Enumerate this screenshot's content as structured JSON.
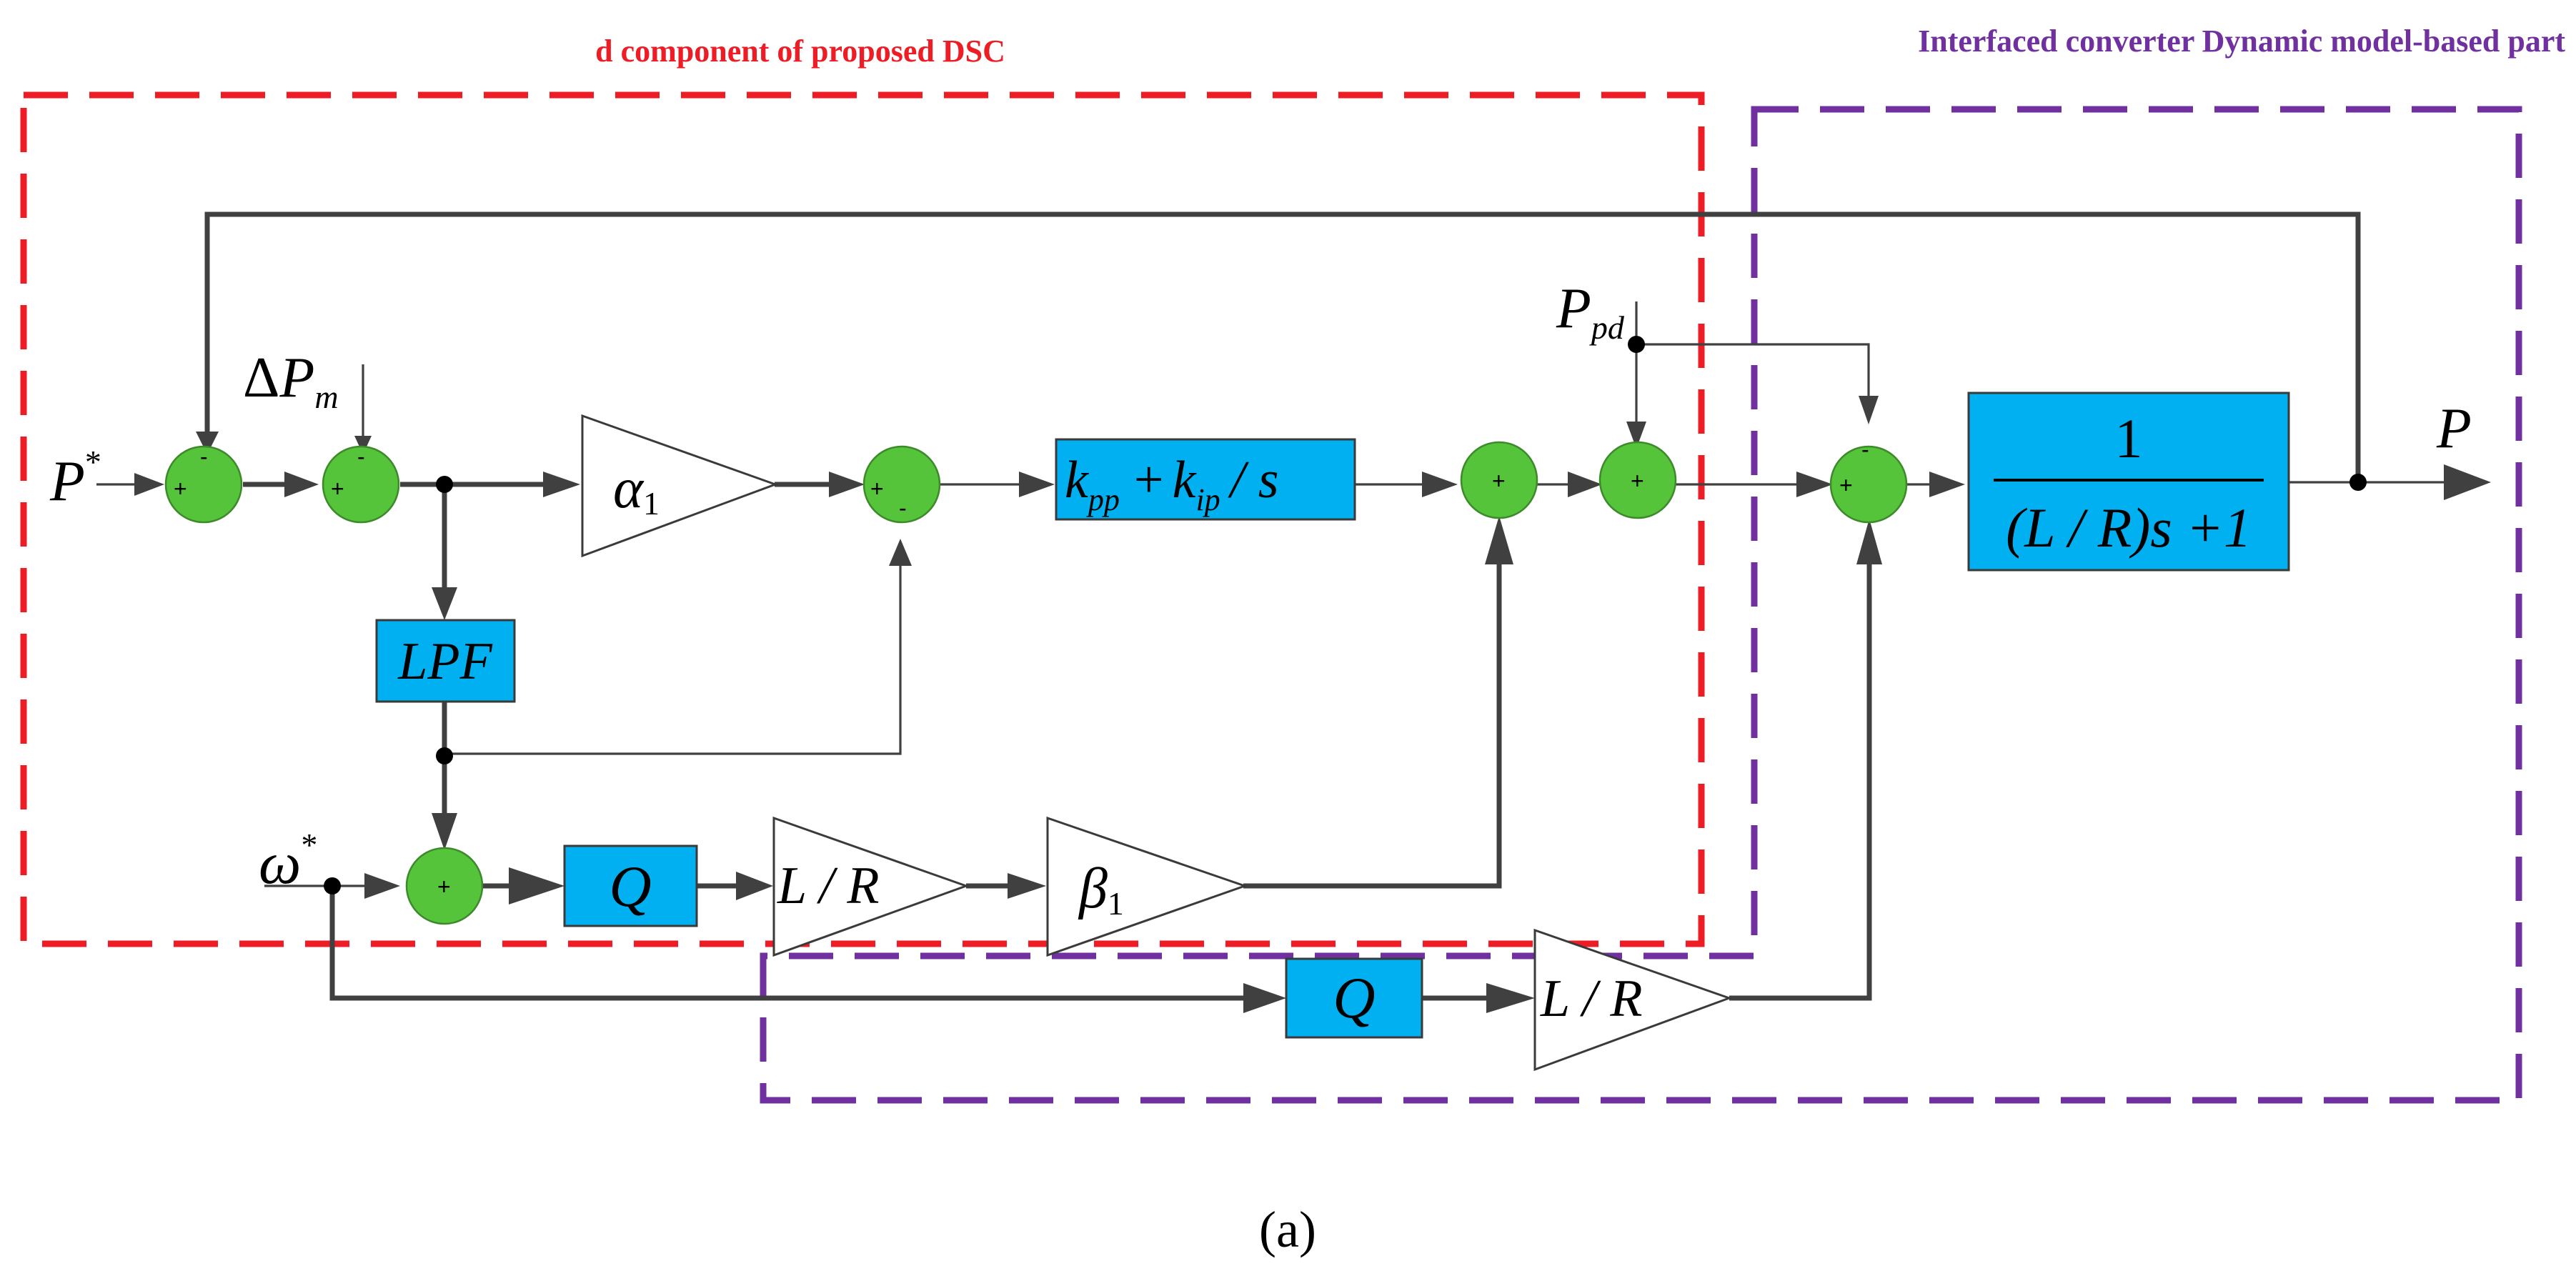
{
  "titles": {
    "left": "d component of proposed DSC",
    "right": "Interfaced converter Dynamic model-based part"
  },
  "colors": {
    "red_box": "#ee1c24",
    "purple_box": "#7030a0",
    "block_fill": "#00b0f0",
    "summer_fill": "#55c43a",
    "wire": "#404040"
  },
  "signals": {
    "p_ref": "P",
    "p_ref_sup": "*",
    "delta_pm_delta": "Δ",
    "delta_pm_base": "P",
    "delta_pm_sub": "m",
    "p_pd_base": "P",
    "p_pd_sub": "pd",
    "omega_ref": "ω",
    "omega_ref_sup": "*",
    "p_out": "P"
  },
  "blocks": {
    "alpha_base": "α",
    "alpha_sub": "1",
    "beta_base": "β",
    "beta_sub": "1",
    "pi_k1": "k",
    "pi_k1_sub": "pp",
    "pi_plus": "+",
    "pi_k2": "k",
    "pi_k2_sub": "ip",
    "pi_rest": "/ s",
    "lpf": "LPF",
    "q_upper": "Q",
    "q_lower": "Q",
    "gain_upper": "L / R",
    "gain_lower": "L / R",
    "tf_num": "1",
    "tf_den": "(L / R)s +1"
  },
  "summer_signs": {
    "s1_in": "+",
    "s1_fb": "-",
    "s2_in": "+",
    "s2_fb": "-",
    "s3_in": "+",
    "s3_fb": "-",
    "s4": "+",
    "s5": "+",
    "s6_in": "+",
    "s6_fb": "-",
    "s7": "+"
  },
  "caption": "(a)"
}
